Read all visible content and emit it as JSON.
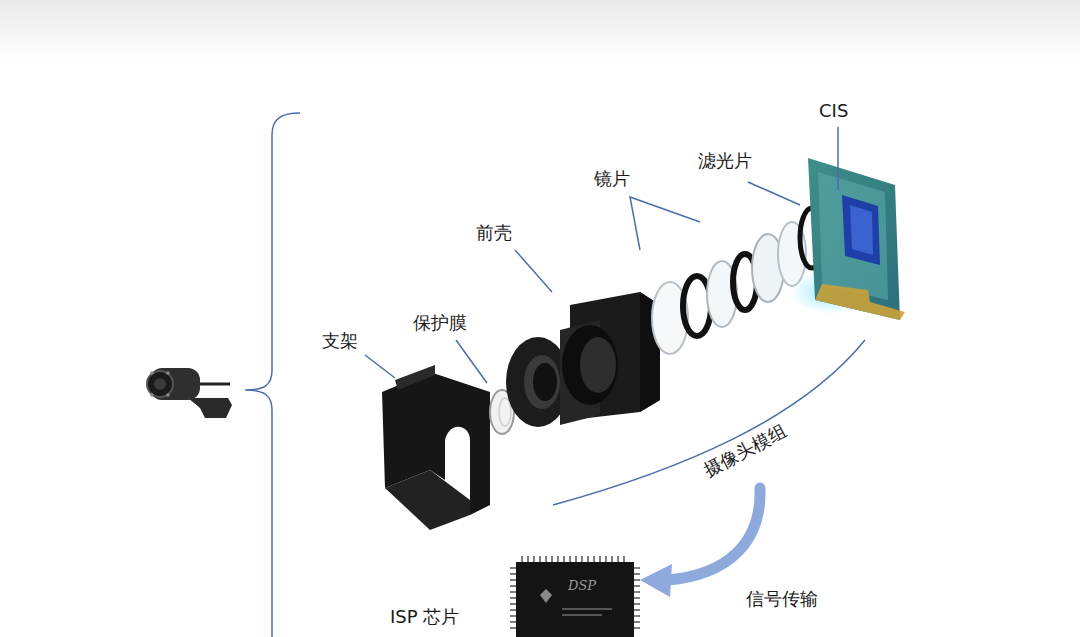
{
  "diagram": {
    "labels": [
      "CIS",
      "滤光片",
      "镜片",
      "前壳",
      "保护膜",
      "支架",
      "摄像头模组",
      "信号传输",
      "ISP 芯片",
      "DSP"
    ]
  }
}
